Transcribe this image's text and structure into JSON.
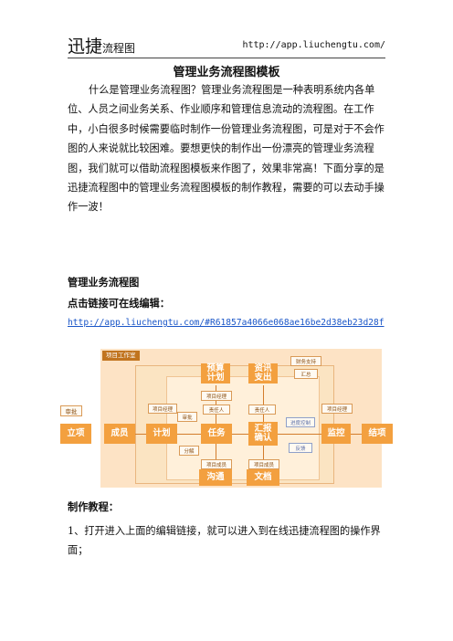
{
  "header": {
    "brand": "迅捷",
    "brand_sub": "流程图",
    "url": "http://app.liuchengtu.com/"
  },
  "title": "管理业务流程图模板",
  "intro": "什么是管理业务流程图？管理业务流程图是一种表明系统内各单位、人员之间业务关系、作业顺序和管理信息流动的流程图。在工作中，小白很多时候需要临时制作一份管理业务流程图，可是对于不会作图的人来说就比较困难。要想更快的制作出一份漂亮的管理业务流程图，我们就可以借助流程图模板来作图了，效果非常高！下面分享的是迅捷流程图中的管理业务流程图模板的制作教程，需要的可以去动手操作一波！",
  "section1": "管理业务流程图",
  "section2": "点击链接可在线编辑：",
  "link": "http://app.liuchengtu.com/#R61857a4066e068ae16be2d38eb23d28f",
  "diagram": {
    "frame_label": "项目工作室",
    "main": [
      "立项",
      "成员",
      "计划",
      "任务",
      "汇报\n确认",
      "监控",
      "结项"
    ],
    "top_boxes": [
      "预算\n计划",
      "资讯\n支出"
    ],
    "bottom_boxes": [
      "沟通",
      "文档"
    ],
    "labels": {
      "approve": "审批",
      "pm1": "项目经理",
      "pm2": "项目经理",
      "pm3": "项目经理",
      "resp1": "责任人",
      "resp2": "责任人",
      "member1": "项目成员",
      "member2": "项目成员",
      "review": "审批",
      "decompose": "分解",
      "finance": "财务支持",
      "summary": "汇总",
      "progress": "进度控制",
      "feedback": "反馈"
    }
  },
  "section3": "制作教程：",
  "step1": "1、打开进入上面的编辑链接，就可以进入到在线迅捷流程图的操作界面；"
}
